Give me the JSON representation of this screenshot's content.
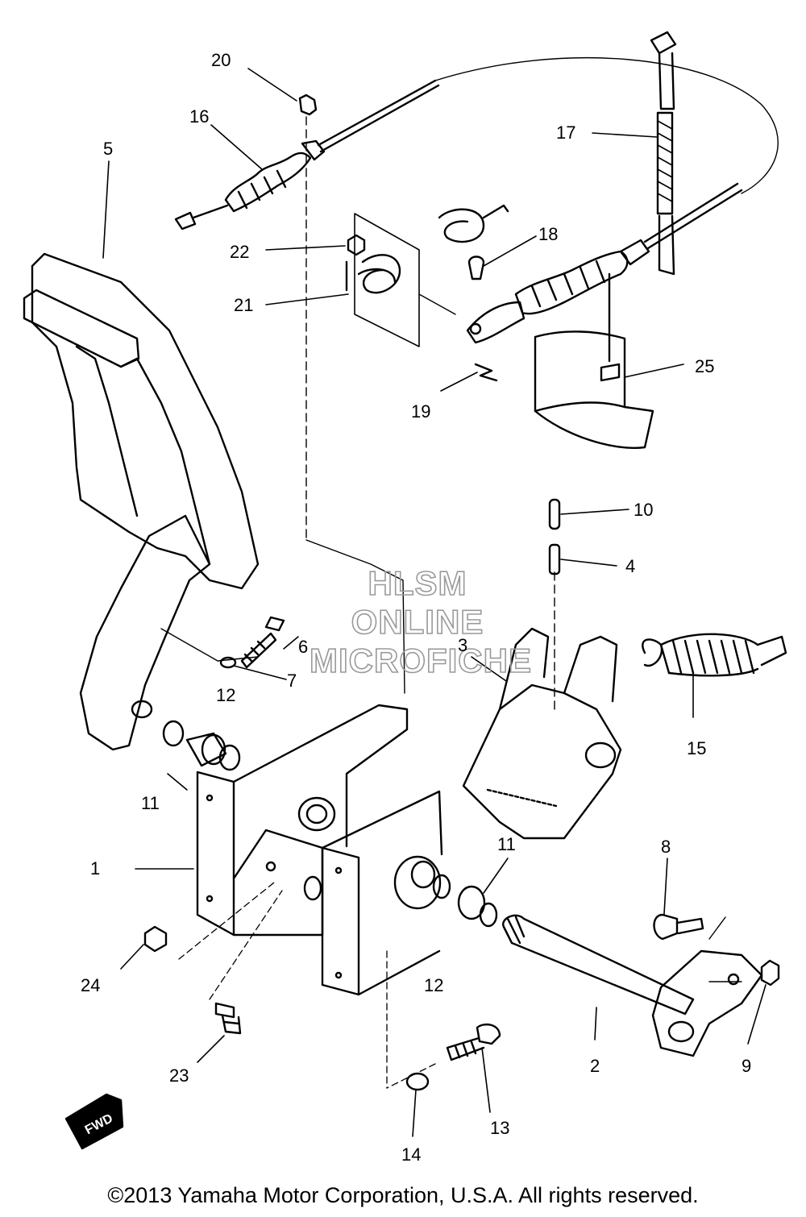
{
  "watermark": {
    "line1": "HLSM",
    "line2": "ONLINE",
    "line3": "MICROFICHE"
  },
  "copyright": "©2013 Yamaha Motor Corporation, U.S.A. All rights reserved.",
  "fwd_mark": "FWD",
  "callouts": [
    {
      "id": "callout-20",
      "text": "20"
    },
    {
      "id": "callout-16",
      "text": "16"
    },
    {
      "id": "callout-5a",
      "text": "5"
    },
    {
      "id": "callout-17",
      "text": "17"
    },
    {
      "id": "callout-22",
      "text": "22"
    },
    {
      "id": "callout-18",
      "text": "18"
    },
    {
      "id": "callout-21",
      "text": "21"
    },
    {
      "id": "callout-25",
      "text": "25"
    },
    {
      "id": "callout-19",
      "text": "19"
    },
    {
      "id": "callout-10",
      "text": "10"
    },
    {
      "id": "callout-4",
      "text": "4"
    },
    {
      "id": "callout-3",
      "text": "3"
    },
    {
      "id": "callout-6",
      "text": "6"
    },
    {
      "id": "callout-7",
      "text": "7"
    },
    {
      "id": "callout-12a",
      "text": "12"
    },
    {
      "id": "callout-15",
      "text": "15"
    },
    {
      "id": "callout-11a",
      "text": "11"
    },
    {
      "id": "callout-1",
      "text": "1"
    },
    {
      "id": "callout-11b",
      "text": "11"
    },
    {
      "id": "callout-8",
      "text": "8"
    },
    {
      "id": "callout-24",
      "text": "24"
    },
    {
      "id": "callout-12b",
      "text": "12"
    },
    {
      "id": "callout-2",
      "text": "2"
    },
    {
      "id": "callout-9",
      "text": "9"
    },
    {
      "id": "callout-23",
      "text": "23"
    },
    {
      "id": "callout-13",
      "text": "13"
    },
    {
      "id": "callout-14",
      "text": "14"
    }
  ]
}
